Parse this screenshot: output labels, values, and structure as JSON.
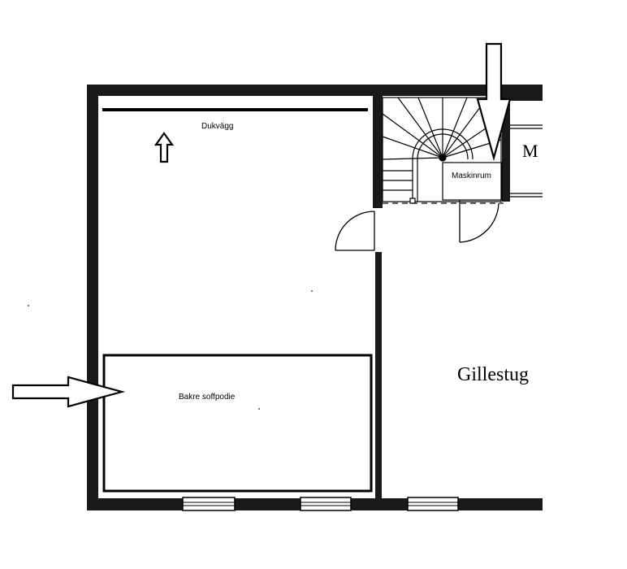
{
  "colors": {
    "wall": "#1a1a1a",
    "line": "#000000",
    "background": "#ffffff"
  },
  "labels": {
    "dukvagg": "Dukvägg",
    "maskinrum": "Maskinrum",
    "bakre_soffpodie": "Bakre soffpodie",
    "gillestuga": "Gillestug",
    "m_room": "M"
  },
  "icons": {
    "up_arrow": "up-arrow-outline-icon",
    "right_arrow": "right-arrow-outline-icon",
    "down_arrow": "down-arrow-outline-icon"
  }
}
